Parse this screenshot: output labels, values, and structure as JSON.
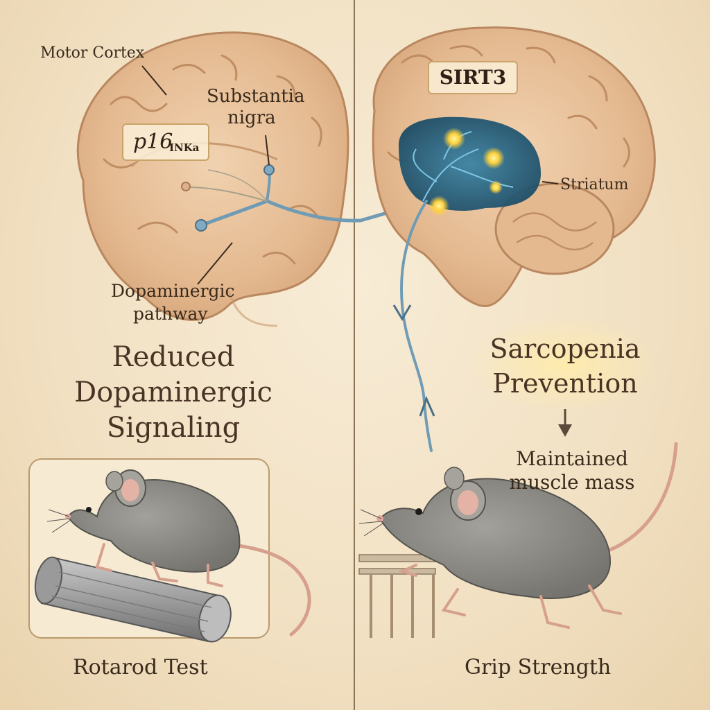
{
  "labels": {
    "motor_cortex": "Motor Cortex",
    "substantia_nigra_l1": "Substantia",
    "substantia_nigra_l2": "nigra",
    "p16_main": "p16",
    "p16_sub": "INKa",
    "dopaminergic_l1": "Dopaminergic",
    "dopaminergic_l2": "pathway",
    "sirt3": "SIRT3",
    "striatum": "Striatum"
  },
  "left_panel": {
    "heading_l1": "Reduced",
    "heading_l2": "Dopaminergic",
    "heading_l3": "Signaling",
    "caption": "Rotarod Test"
  },
  "right_panel": {
    "heading_l1": "Sarcopenia",
    "heading_l2": "Prevention",
    "subtext_l1": "Maintained",
    "subtext_l2": "muscle mass",
    "caption": "Grip Strength"
  },
  "colors": {
    "background": "#f4e6cc",
    "brain": "#e9c29c",
    "pathway": "#6f9bb5",
    "striatum_glow": "#2f6e8c",
    "neuron_light": "#ffd64a",
    "mouse": "#8d8b86",
    "text": "#3a2a1c"
  }
}
